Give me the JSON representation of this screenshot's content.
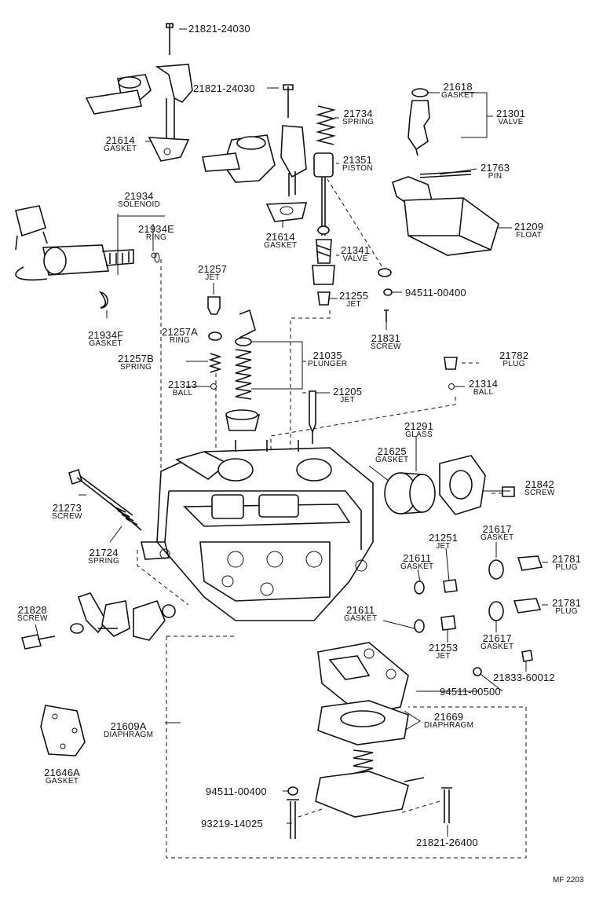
{
  "parts": [
    {
      "id": "p1",
      "number": "21821-24030",
      "name": ""
    },
    {
      "id": "p2",
      "number": "21821-24030",
      "name": ""
    },
    {
      "id": "p3",
      "number": "21618",
      "name": "GASKET"
    },
    {
      "id": "p4",
      "number": "21301",
      "name": "VALVE"
    },
    {
      "id": "p5",
      "number": "21734",
      "name": "SPRING"
    },
    {
      "id": "p6",
      "number": "21614",
      "name": "GASKET"
    },
    {
      "id": "p7",
      "number": "21351",
      "name": "PISTON"
    },
    {
      "id": "p8",
      "number": "21763",
      "name": "PIN"
    },
    {
      "id": "p9",
      "number": "21934",
      "name": "SOLENOID"
    },
    {
      "id": "p10",
      "number": "21934E",
      "name": "RING"
    },
    {
      "id": "p11",
      "number": "21209",
      "name": "FLOAT"
    },
    {
      "id": "p12",
      "number": "21614",
      "name": "GASKET"
    },
    {
      "id": "p13",
      "number": "21341",
      "name": "VALVE"
    },
    {
      "id": "p14",
      "number": "21257",
      "name": "JET"
    },
    {
      "id": "p15",
      "number": "21255",
      "name": "JET"
    },
    {
      "id": "p16",
      "number": "94511-00400",
      "name": ""
    },
    {
      "id": "p17",
      "number": "21934F",
      "name": "GASKET"
    },
    {
      "id": "p18",
      "number": "21257A",
      "name": "RING"
    },
    {
      "id": "p19",
      "number": "21831",
      "name": "SCREW"
    },
    {
      "id": "p20",
      "number": "21035",
      "name": "PLUNGER"
    },
    {
      "id": "p21",
      "number": "21782",
      "name": "PLUG"
    },
    {
      "id": "p22",
      "number": "21257B",
      "name": "SPRING"
    },
    {
      "id": "p23",
      "number": "21313",
      "name": "BALL"
    },
    {
      "id": "p24",
      "number": "21205",
      "name": "JET"
    },
    {
      "id": "p25",
      "number": "21314",
      "name": "BALL"
    },
    {
      "id": "p26",
      "number": "21291",
      "name": "GLASS"
    },
    {
      "id": "p27",
      "number": "21625",
      "name": "GASKET"
    },
    {
      "id": "p28",
      "number": "21273",
      "name": "SCREW"
    },
    {
      "id": "p29",
      "number": "21842",
      "name": "SCREW"
    },
    {
      "id": "p30",
      "number": "21617",
      "name": "GASKET"
    },
    {
      "id": "p31",
      "number": "21251",
      "name": "JET"
    },
    {
      "id": "p32",
      "number": "21611",
      "name": "GASKET"
    },
    {
      "id": "p33",
      "number": "21781",
      "name": "PLUG"
    },
    {
      "id": "p34",
      "number": "21724",
      "name": "SPRING"
    },
    {
      "id": "p35",
      "number": "21828",
      "name": "SCREW"
    },
    {
      "id": "p36",
      "number": "21611",
      "name": "GASKET"
    },
    {
      "id": "p37",
      "number": "21781",
      "name": "PLUG"
    },
    {
      "id": "p38",
      "number": "21253",
      "name": "JET"
    },
    {
      "id": "p39",
      "number": "21617",
      "name": "GASKET"
    },
    {
      "id": "p40",
      "number": "21833-60012",
      "name": ""
    },
    {
      "id": "p41",
      "number": "94511-00500",
      "name": ""
    },
    {
      "id": "p42",
      "number": "21609A",
      "name": "DIAPHRAGM"
    },
    {
      "id": "p43",
      "number": "21669",
      "name": "DIAPHRAGM"
    },
    {
      "id": "p44",
      "number": "21646A",
      "name": "GASKET"
    },
    {
      "id": "p45",
      "number": "94511-00400",
      "name": ""
    },
    {
      "id": "p46",
      "number": "93219-14025",
      "name": ""
    },
    {
      "id": "p47",
      "number": "21821-26400",
      "name": ""
    }
  ],
  "footer": {
    "code": "MF 2203"
  }
}
